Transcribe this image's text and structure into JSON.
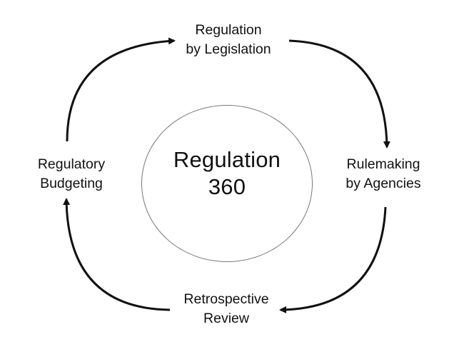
{
  "center": {
    "line1": "Regulation",
    "line2": "360"
  },
  "nodes": {
    "top": {
      "line1": "Regulation",
      "line2": "by Legislation"
    },
    "right": {
      "line1": "Rulemaking",
      "line2": "by Agencies"
    },
    "bottom": {
      "line1": "Retrospective",
      "line2": "Review"
    },
    "left": {
      "line1": "Regulatory",
      "line2": "Budgeting"
    }
  },
  "colors": {
    "stroke": "#111111",
    "ring": "#777777",
    "text": "#111111",
    "background": "#ffffff"
  }
}
